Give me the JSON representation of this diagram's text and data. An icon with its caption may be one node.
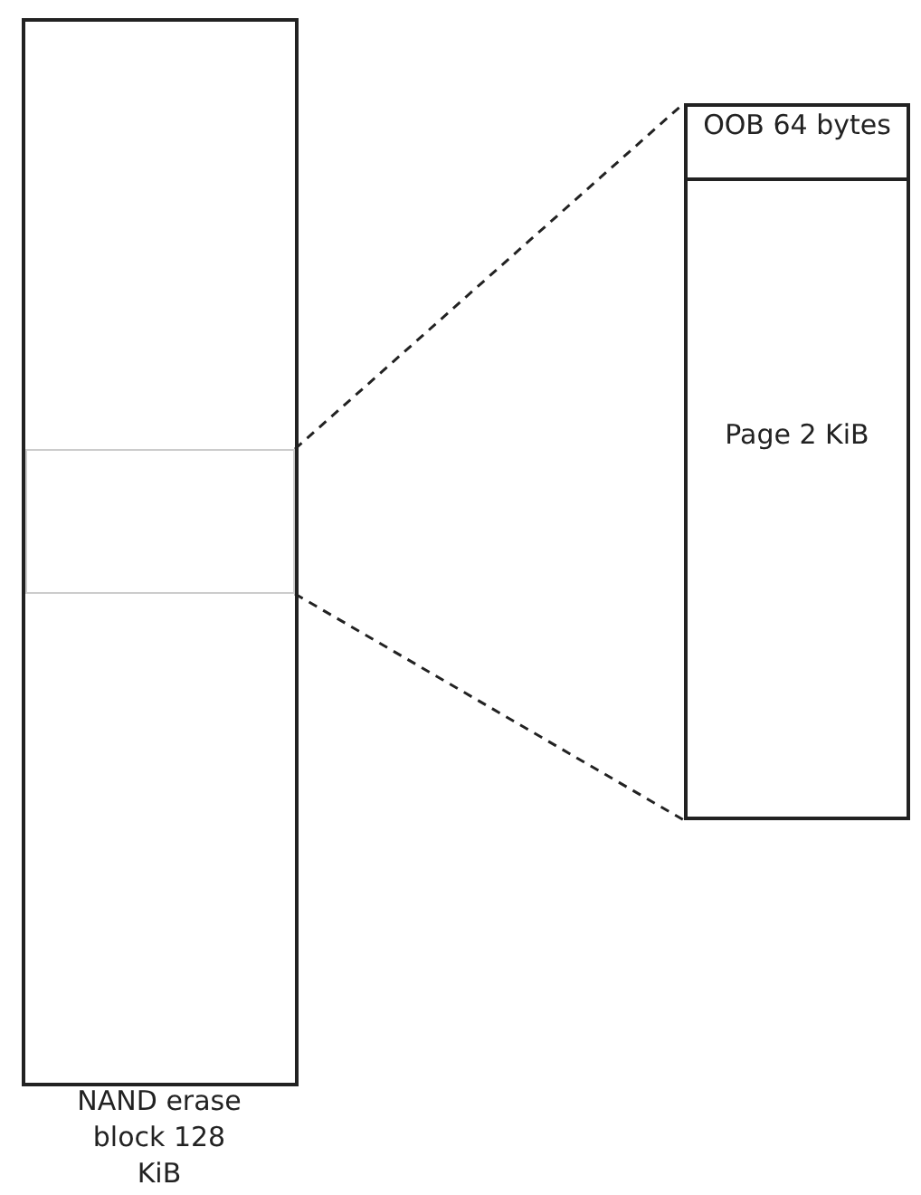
{
  "diagram": {
    "nodes": [
      {
        "text": [
          "NAND erase block 128 KiB"
        ]
      },
      {
        "text": [],
        "shape": "box",
        "in": 0
      },
      {
        "text": [
          "OOB 64 bytes"
        ]
      },
      {
        "text": [
          "Page 2 KiB"
        ]
      }
    ],
    "edges": [
      {
        "from": 1,
        "to": 2,
        "arrow": "none",
        "style": "dashed"
      },
      {
        "from": 1,
        "to": 3,
        "arrow": "none",
        "style": "dashed"
      }
    ]
  }
}
